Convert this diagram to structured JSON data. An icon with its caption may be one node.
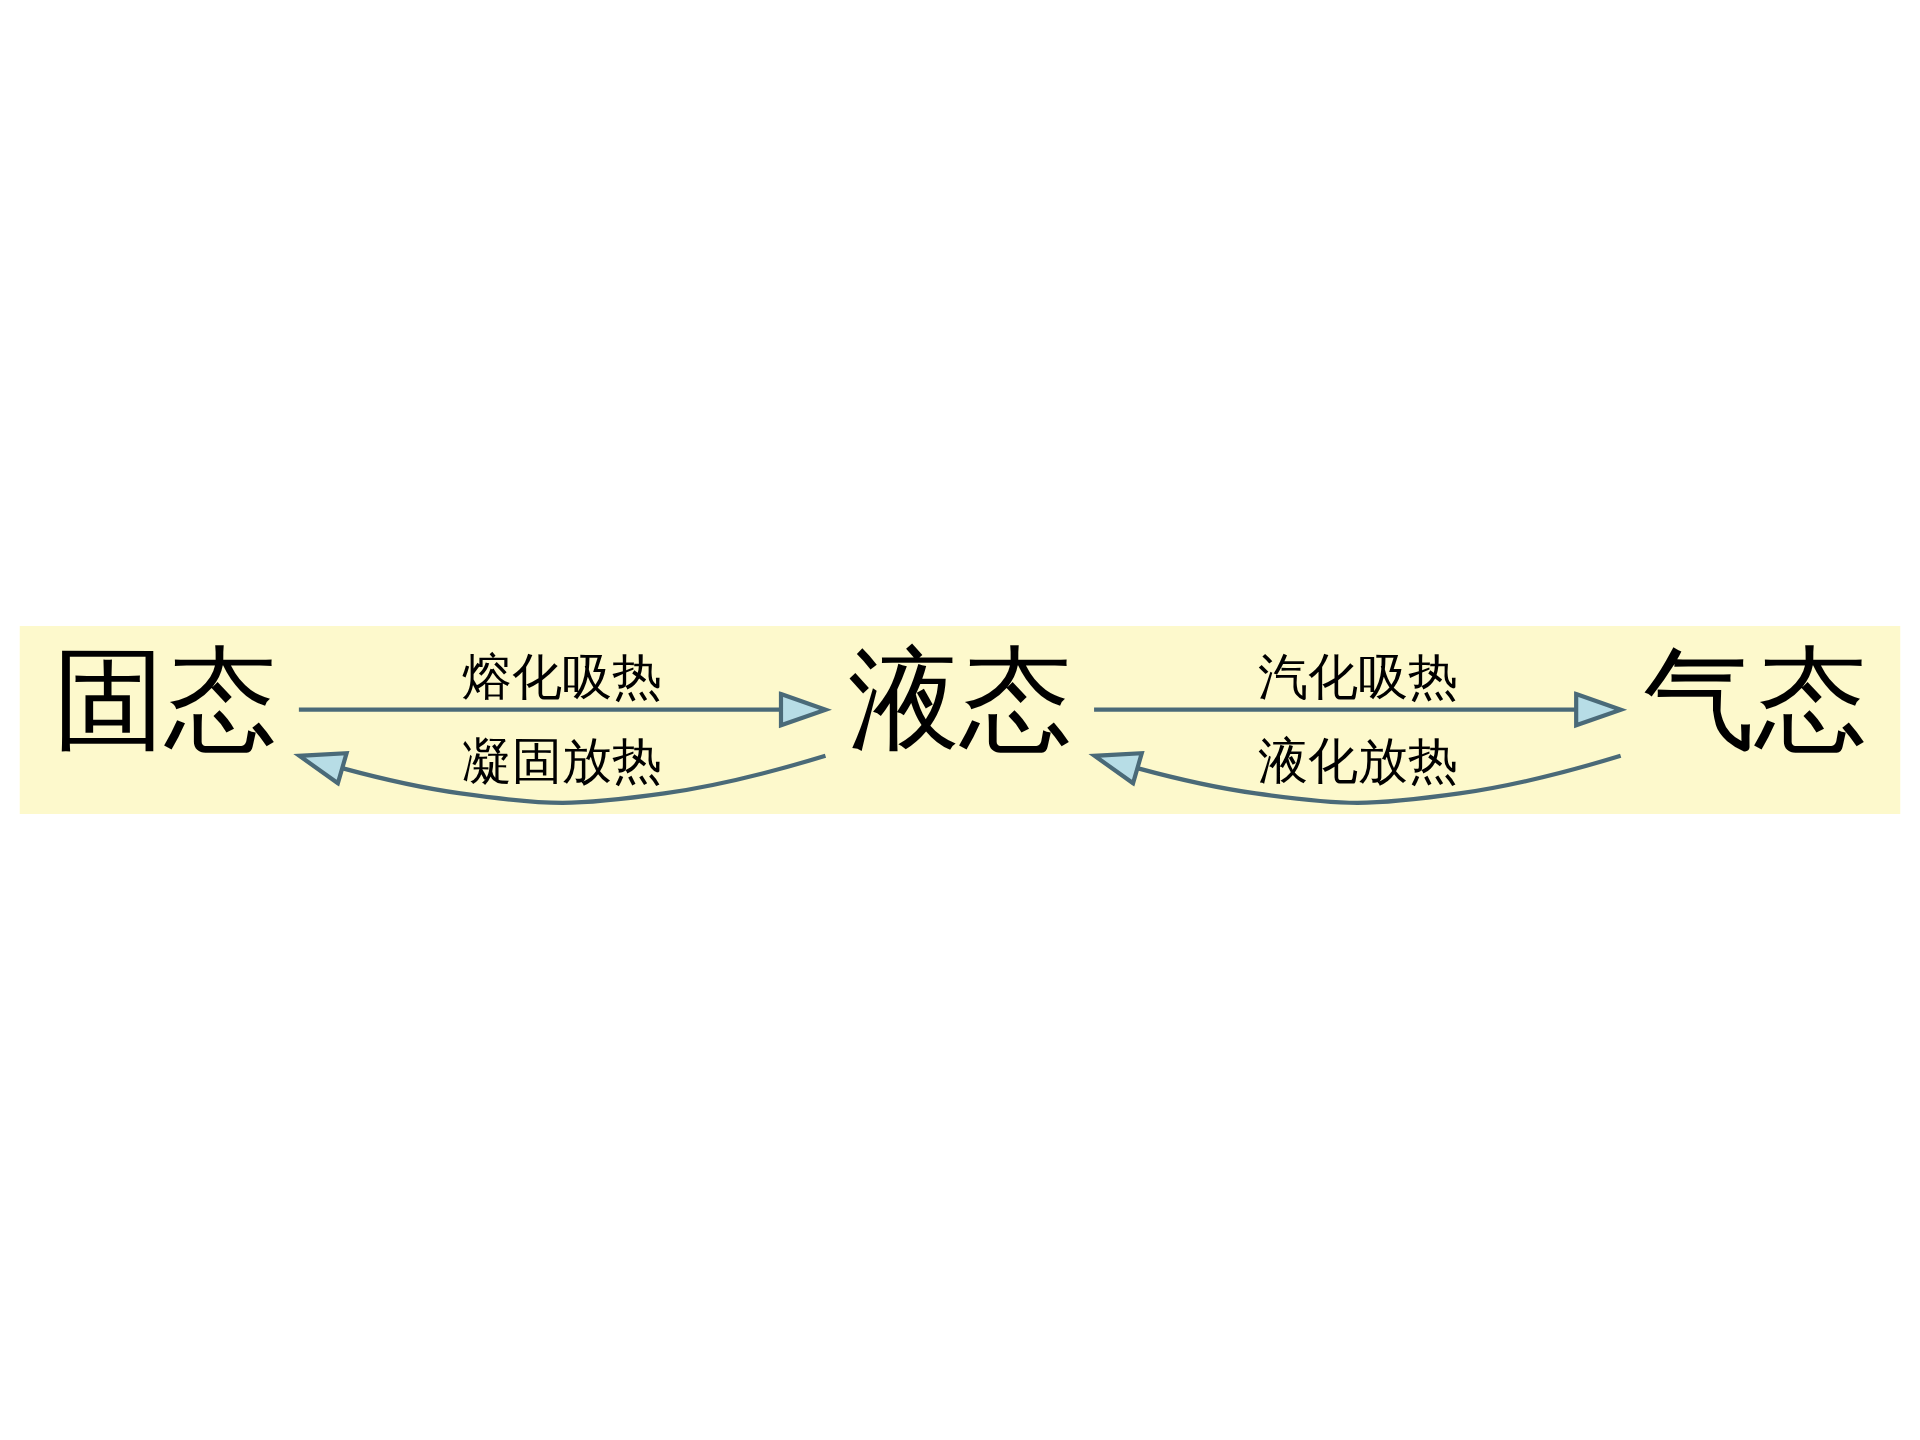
{
  "diagram": {
    "nodes": [
      {
        "text": [
          "固态"
        ]
      },
      {
        "text": [
          "液态"
        ]
      },
      {
        "text": [
          "气态"
        ]
      }
    ],
    "edges": [
      {
        "from": 0,
        "to": 1,
        "arrow": "to",
        "label": "熔化吸热"
      },
      {
        "from": 1,
        "to": 0,
        "arrow": "to",
        "label": "凝固放热"
      },
      {
        "from": 1,
        "to": 2,
        "arrow": "to",
        "label": "汽化吸热"
      },
      {
        "from": 2,
        "to": 1,
        "arrow": "to",
        "label": "液化放热"
      }
    ]
  }
}
